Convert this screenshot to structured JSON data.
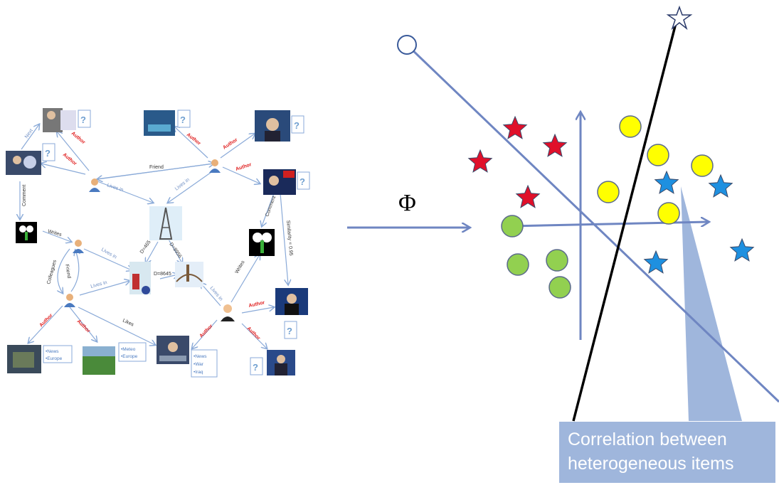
{
  "graph": {
    "friend_label": "Friend",
    "lives_in_label": "Lives in",
    "author_label": "Author",
    "comment_label": "Comment",
    "writes_label": "Writes",
    "colleagues_label": "Colleagues",
    "next_label": "Next",
    "likes_label": "Likes",
    "similarity_label": "Similarity = 0.95",
    "distance_1": "D=465",
    "distance_2": "D=8956",
    "distance_3": "D=8645",
    "unknown_mark": "?",
    "tag_news": "•News",
    "tag_europe": "•Europe",
    "tag_meteo": "•Meteo",
    "tag_europe2": "•Europe",
    "tag_news2": "•News",
    "tag_war": "•War",
    "tag_iraq": "•Iraq"
  },
  "mapping_symbol": "Φ",
  "callout": {
    "line1": "Correlation between",
    "line2": "heterogeneous items"
  },
  "colors": {
    "axis_blue": "#6f86c2",
    "red_star": "#e0102a",
    "blue_star": "#1e90e0",
    "yellow": "#ffff00",
    "green": "#92d050",
    "callout_fill": "#9fb6dc"
  }
}
